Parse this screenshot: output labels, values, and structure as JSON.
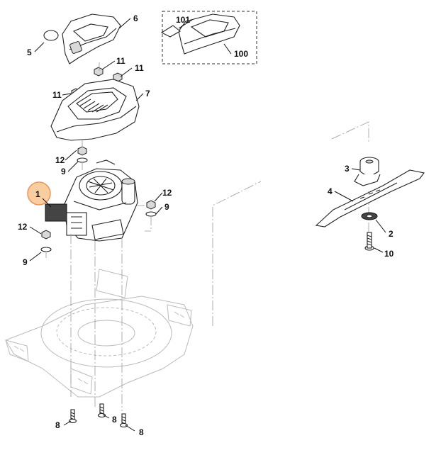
{
  "diagram": {
    "labels": {
      "p1": "1",
      "p2": "2",
      "p3": "3",
      "p4": "4",
      "p5": "5",
      "p6": "6",
      "p7": "7",
      "p8a": "8",
      "p8b": "8",
      "p8c": "8",
      "p9a": "9",
      "p9b": "9",
      "p9c": "9",
      "p10": "10",
      "p11a": "11",
      "p11b": "11",
      "p11c": "11",
      "p12a": "12",
      "p12b": "12",
      "p12c": "12",
      "p100": "100",
      "p101": "101"
    },
    "highlight_color": "#f4a460",
    "line_color": "#222222"
  }
}
